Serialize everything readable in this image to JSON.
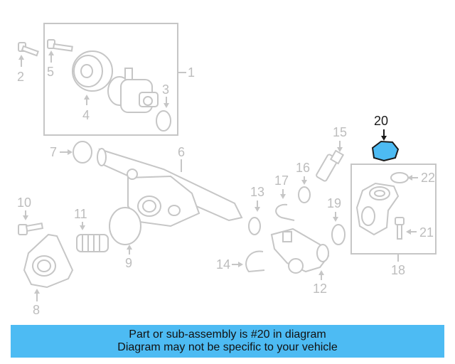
{
  "labels": {
    "p1": "1",
    "p2": "2",
    "p3": "3",
    "p4": "4",
    "p5": "5",
    "p6": "6",
    "p7": "7",
    "p8": "8",
    "p9": "9",
    "p10": "10",
    "p11": "11",
    "p12": "12",
    "p13": "13",
    "p14": "14",
    "p15": "15",
    "p16": "16",
    "p17": "17",
    "p18": "18",
    "p19": "19",
    "p20": "20",
    "p21": "21",
    "p22": "22"
  },
  "highlight_part": "20",
  "colors": {
    "highlight_fill": "#4dbbf3",
    "banner": "#4dbbf3",
    "part_line": "#c6c6c6",
    "label": "#bdbdbd"
  },
  "banner": {
    "line1": "Part or sub-assembly is #20 in diagram",
    "line2": "Diagram may not be specific to your vehicle"
  }
}
